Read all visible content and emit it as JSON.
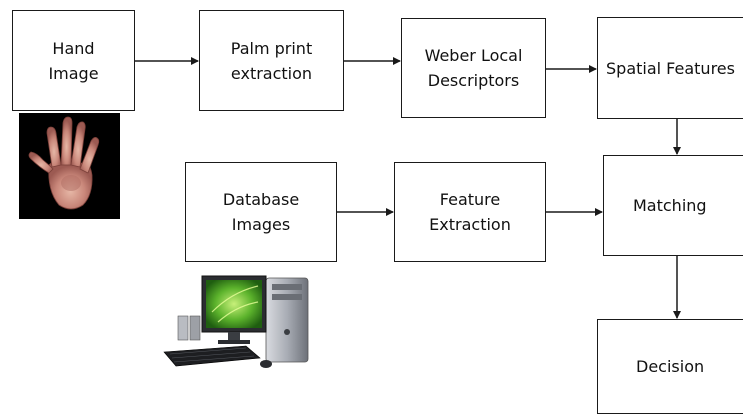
{
  "diagram": {
    "nodes": {
      "hand_image": "Hand\nImage",
      "palm_print_extraction": "Palm print\nextraction",
      "weber_local_descriptors": "Weber Local\nDescriptors",
      "spatial_features": "Spatial Features",
      "database_images": "Database\nImages",
      "feature_extraction": "Feature\nExtraction",
      "matching": "Matching",
      "decision": "Decision"
    },
    "edges": [
      [
        "hand_image",
        "palm_print_extraction"
      ],
      [
        "palm_print_extraction",
        "weber_local_descriptors"
      ],
      [
        "weber_local_descriptors",
        "spatial_features"
      ],
      [
        "spatial_features",
        "matching"
      ],
      [
        "database_images",
        "feature_extraction"
      ],
      [
        "feature_extraction",
        "matching"
      ],
      [
        "matching",
        "decision"
      ]
    ],
    "images": {
      "hand_photo": "hand-photo",
      "computer_graphic": "desktop-computer"
    }
  }
}
